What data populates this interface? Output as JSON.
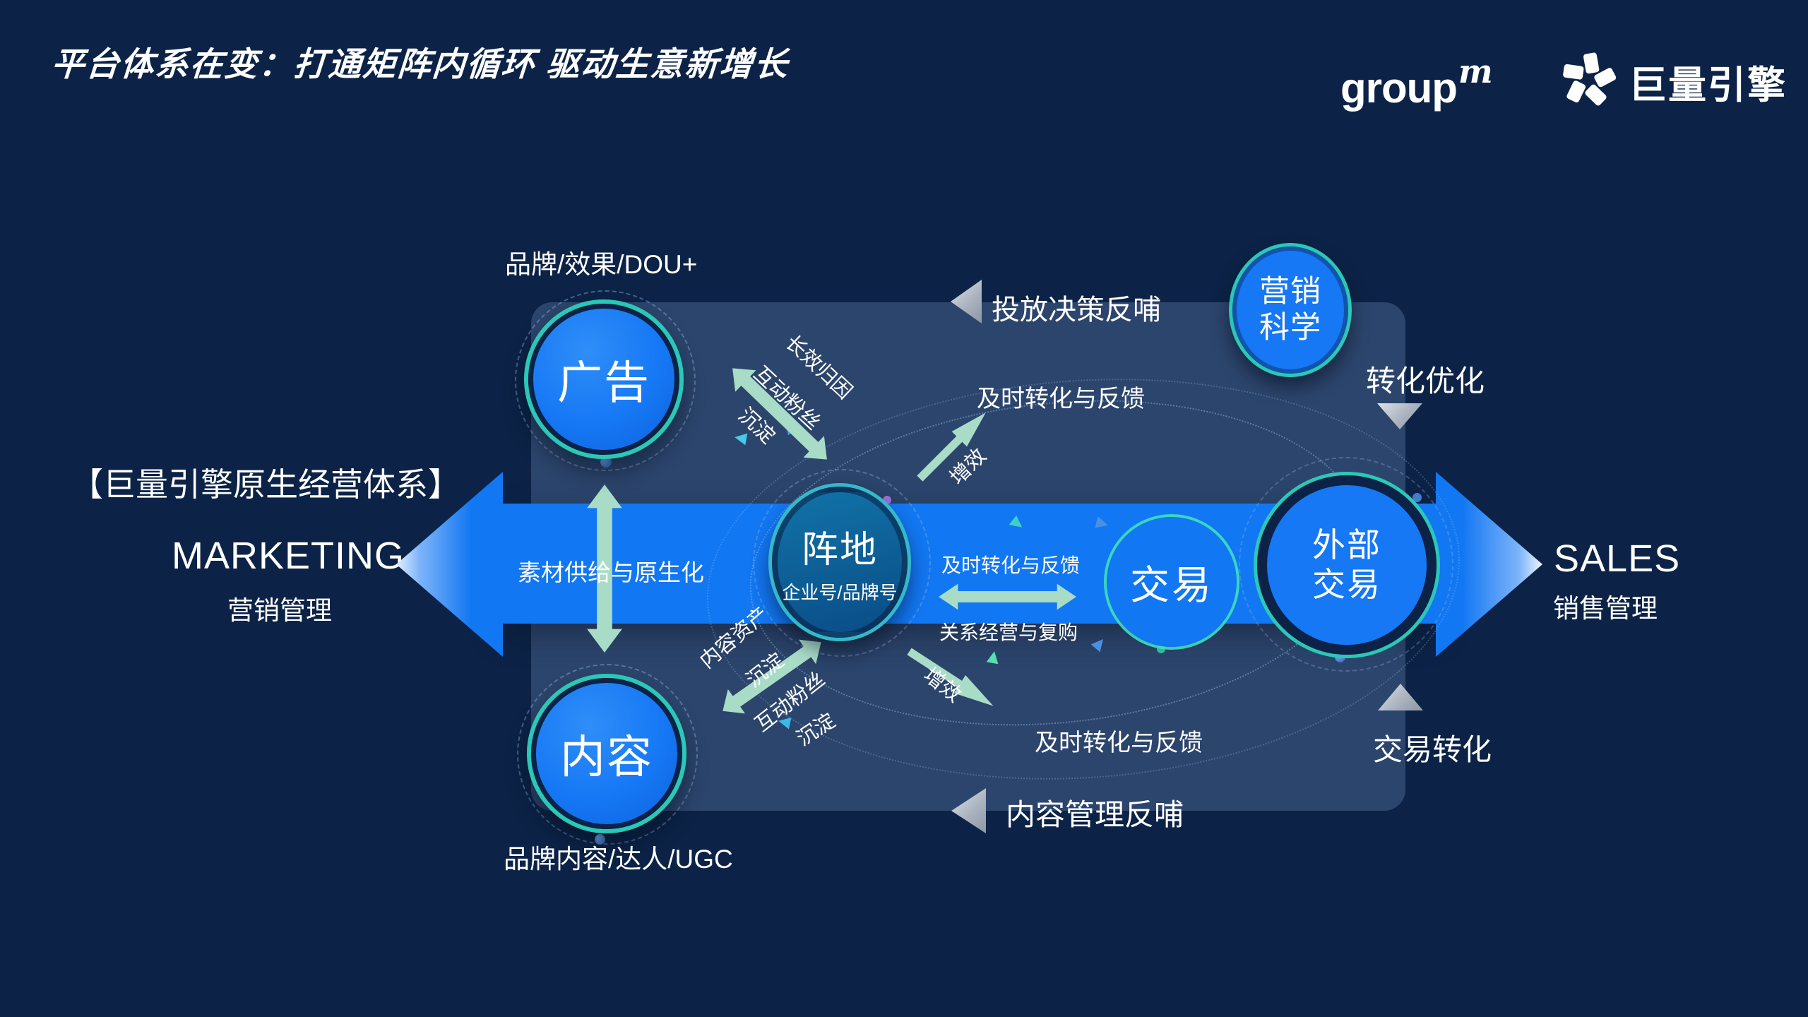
{
  "slide": {
    "title": "平台体系在变：打通矩阵内循环 驱动生意新增长"
  },
  "logos": {
    "groupm_text": "group",
    "groupm_sup": "m",
    "ocean_engine": "巨量引擎"
  },
  "left_labels": {
    "system": "【巨量引擎原生经营体系】",
    "marketing": "MARKETING",
    "marketing_cn": "营销管理"
  },
  "right_labels": {
    "sales": "SALES",
    "sales_cn": "销售管理"
  },
  "nodes": {
    "ad": {
      "label": "广告",
      "caption": "品牌/效果/DOU+"
    },
    "content": {
      "label": "内容",
      "caption": "品牌内容/达人/UGC"
    },
    "position": {
      "label": "阵地",
      "sub": "企业号/品牌号"
    },
    "trade": {
      "label": "交易"
    },
    "external": {
      "line1": "外部",
      "line2": "交易"
    },
    "science": {
      "line1": "营销",
      "line2": "科学"
    }
  },
  "flows": {
    "decision_feedback": "投放决策反哺",
    "conversion_optimization": "转化优化",
    "timely_top": "及时转化与反馈",
    "timely_mid": "及时转化与反馈",
    "timely_bottom": "及时转化与反馈",
    "material_supply": "素材供给与原生化",
    "relationship": "关系经营与复购",
    "efficiency_top": "增效",
    "efficiency_bottom": "增效",
    "attribution": "长效归因",
    "fans_top": "互动粉丝",
    "settle_top": "沉淀",
    "content_assets": "内容资产",
    "settle_mid": "沉淀",
    "fans_bottom": "互动粉丝",
    "settle_bottom": "沉淀",
    "trade_conversion": "交易转化",
    "content_feedback": "内容管理反哺"
  },
  "colors": {
    "background": "#0C2347",
    "panel": "rgba(118,148,196,0.30)",
    "band_blue": "#1277F2",
    "node_blue": "#1678F5",
    "position_top": "#1173A8",
    "position_bottom": "#0A4C86",
    "ring_teal": "#2BC7B7",
    "arrow_mint": "#A9DCC7",
    "gray_light": "#DDE3E9",
    "gray_dark": "#8D97A5",
    "text_white": "#FFFFFF"
  }
}
